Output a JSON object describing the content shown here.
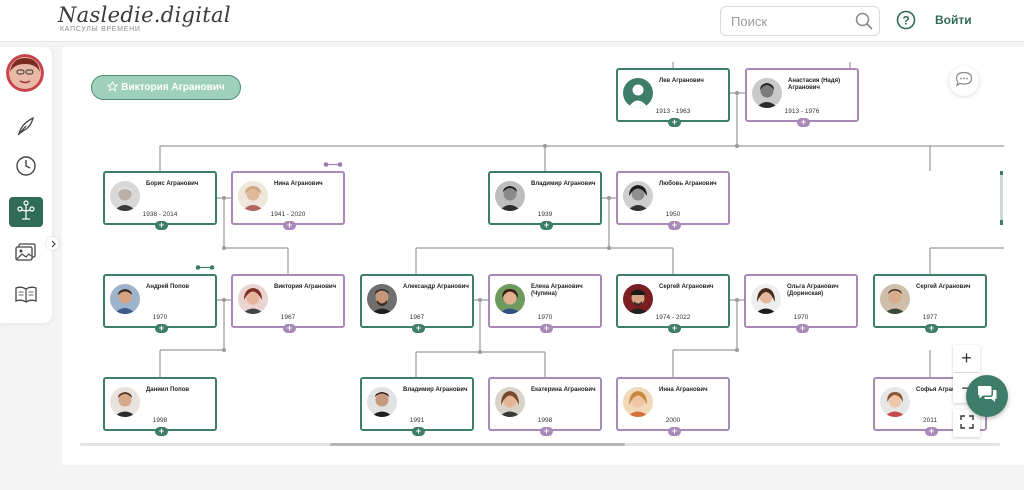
{
  "header": {
    "logo_title": "Nasledie.digital",
    "logo_subtitle": "КАПСУЛЫ ВРЕМЕНИ",
    "search_placeholder": "Поиск",
    "login_label": "Войти"
  },
  "sidebar": {
    "items": [
      {
        "name": "quill-icon"
      },
      {
        "name": "clock-icon"
      },
      {
        "name": "family-tree-icon",
        "active": true
      },
      {
        "name": "photos-icon"
      },
      {
        "name": "book-icon"
      }
    ]
  },
  "tree": {
    "root_label": "Виктория Агранович",
    "people": [
      {
        "id": "lev",
        "name": "Лев Агранович",
        "years": "1913 - 1963",
        "gender": "m",
        "photo": false
      },
      {
        "id": "anastasia",
        "name": "Анастасия (Надя) Агранович",
        "years": "1913 - 1976",
        "gender": "f",
        "photo": true
      },
      {
        "id": "boris",
        "name": "Борис Агранович",
        "years": "1938 - 2014",
        "gender": "m",
        "photo": true
      },
      {
        "id": "nina",
        "name": "Нина Агранович",
        "years": "1941 - 2020",
        "gender": "f",
        "photo": true
      },
      {
        "id": "vladimir1",
        "name": "Владимир Агранович",
        "years": "1939",
        "gender": "m",
        "photo": true
      },
      {
        "id": "lyubov",
        "name": "Любовь Агранович",
        "years": "1950",
        "gender": "f",
        "photo": true
      },
      {
        "id": "andrey",
        "name": "Андрей Попов",
        "years": "1970",
        "gender": "m",
        "photo": true
      },
      {
        "id": "viktoria",
        "name": "Виктория Агранович",
        "years": "1967",
        "gender": "f",
        "photo": true
      },
      {
        "id": "alexandr",
        "name": "Александр Агранович",
        "years": "1967",
        "gender": "m",
        "photo": true
      },
      {
        "id": "elena",
        "name": "Елена Агранович (Чупина)",
        "years": "1970",
        "gender": "f",
        "photo": true
      },
      {
        "id": "sergey1",
        "name": "Сергей Агранович",
        "years": "1974 - 2022",
        "gender": "m",
        "photo": true
      },
      {
        "id": "olga",
        "name": "Ольга Агранович (Доринская)",
        "years": "1970",
        "gender": "f",
        "photo": true
      },
      {
        "id": "sergey2",
        "name": "Сергей Агранович",
        "years": "1977",
        "gender": "m",
        "photo": true
      },
      {
        "id": "daniil",
        "name": "Даниил Попов",
        "years": "1998",
        "gender": "m",
        "photo": true
      },
      {
        "id": "vladimir2",
        "name": "Владимир Агранович",
        "years": "1991",
        "gender": "m",
        "photo": true
      },
      {
        "id": "ekaterina",
        "name": "Екатерина Агранович",
        "years": "1998",
        "gender": "f",
        "photo": true
      },
      {
        "id": "inna",
        "name": "Инна Агранович",
        "years": "2000",
        "gender": "f",
        "photo": true
      },
      {
        "id": "sofia",
        "name": "Софья Агранович",
        "years": "2011",
        "gender": "f",
        "photo": true
      }
    ]
  },
  "controls": {
    "zoom_in_label": "+",
    "zoom_out_label": "−"
  },
  "colors": {
    "accent": "#2f6b57",
    "male_border": "#3d7d69",
    "female_border": "#a889b8",
    "root_pill": "#9fd0bb"
  }
}
